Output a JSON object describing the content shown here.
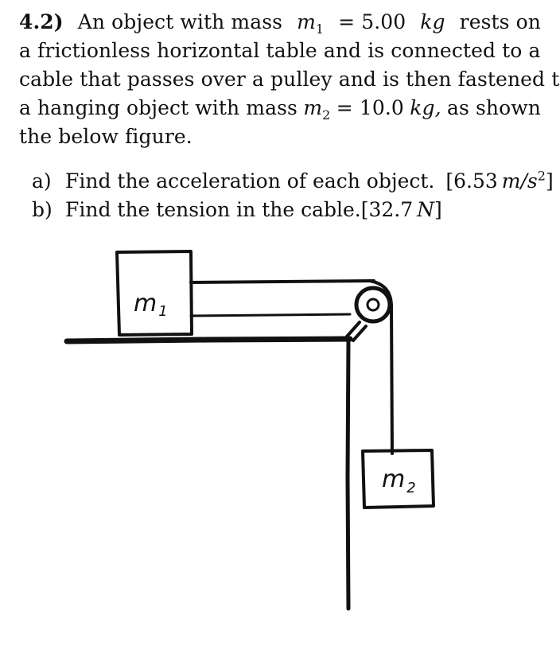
{
  "problem": {
    "number": "4.2)",
    "line1_a": "An object with mass",
    "m1_symbol": "m",
    "m1_sub": "1",
    "m1_value": "= 5.00",
    "m1_unit": "kg",
    "line1_b": "rests on",
    "line2": "a frictionless horizontal table and is connected to a",
    "line3": "cable that passes over a pulley and is then fastened to",
    "line4_a": "a hanging object with mass",
    "m2_symbol": "m",
    "m2_sub": "2",
    "m2_value": "= 10.0",
    "m2_unit": "kg,",
    "line4_b": "as shown",
    "line5": "the below figure."
  },
  "parts": [
    {
      "label": "a)",
      "text": "Find the acceleration of each object.",
      "answer_value": "[6.53",
      "answer_unit": "m/s",
      "answer_exp": "2",
      "answer_close": "]"
    },
    {
      "label": "b)",
      "text": "Find the tension in the cable.",
      "answer_value": "[32.7",
      "answer_unit": "N",
      "answer_exp": "",
      "answer_close": "]"
    }
  ],
  "figure": {
    "block1_label": "m",
    "block1_sub": "1",
    "block2_label": "m",
    "block2_sub": "2"
  }
}
